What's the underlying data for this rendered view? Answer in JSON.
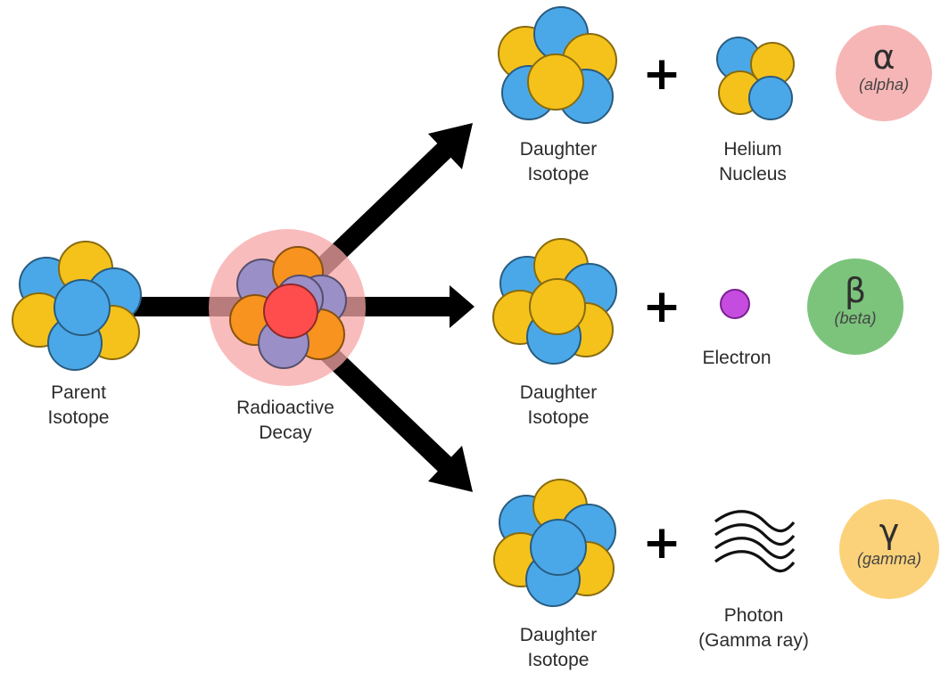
{
  "labels": {
    "parent": [
      "Parent",
      "Isotope"
    ],
    "decay": [
      "Radioactive",
      "Decay"
    ],
    "daughter_alpha": [
      "Daughter",
      "Isotope"
    ],
    "helium": [
      "Helium",
      "Nucleus"
    ],
    "daughter_beta": [
      "Daughter",
      "Isotope"
    ],
    "electron": [
      "Electron"
    ],
    "daughter_gamma": [
      "Daughter",
      "Isotope"
    ],
    "photon": [
      "Photon",
      "(Gamma ray)"
    ]
  },
  "badges": {
    "alpha": {
      "symbol": "α",
      "word": "(alpha)",
      "color": "#f7b6b6"
    },
    "beta": {
      "symbol": "β",
      "word": "(beta)",
      "color": "#7cc47c"
    },
    "gamma": {
      "symbol": "γ",
      "word": "(gamma)",
      "color": "#fbd27a"
    }
  },
  "plus_sign": "+",
  "colors": {
    "proton_yellow": "#f5c21b",
    "neutron_blue": "#4ba8e8",
    "decay_orange": "#f7931e",
    "decay_purple": "#9b8fc7",
    "decay_red": "#ff4d4d",
    "glow_pink": "#f7a5a5",
    "electron_purple": "#c64ce0",
    "arrow": "#000000"
  }
}
